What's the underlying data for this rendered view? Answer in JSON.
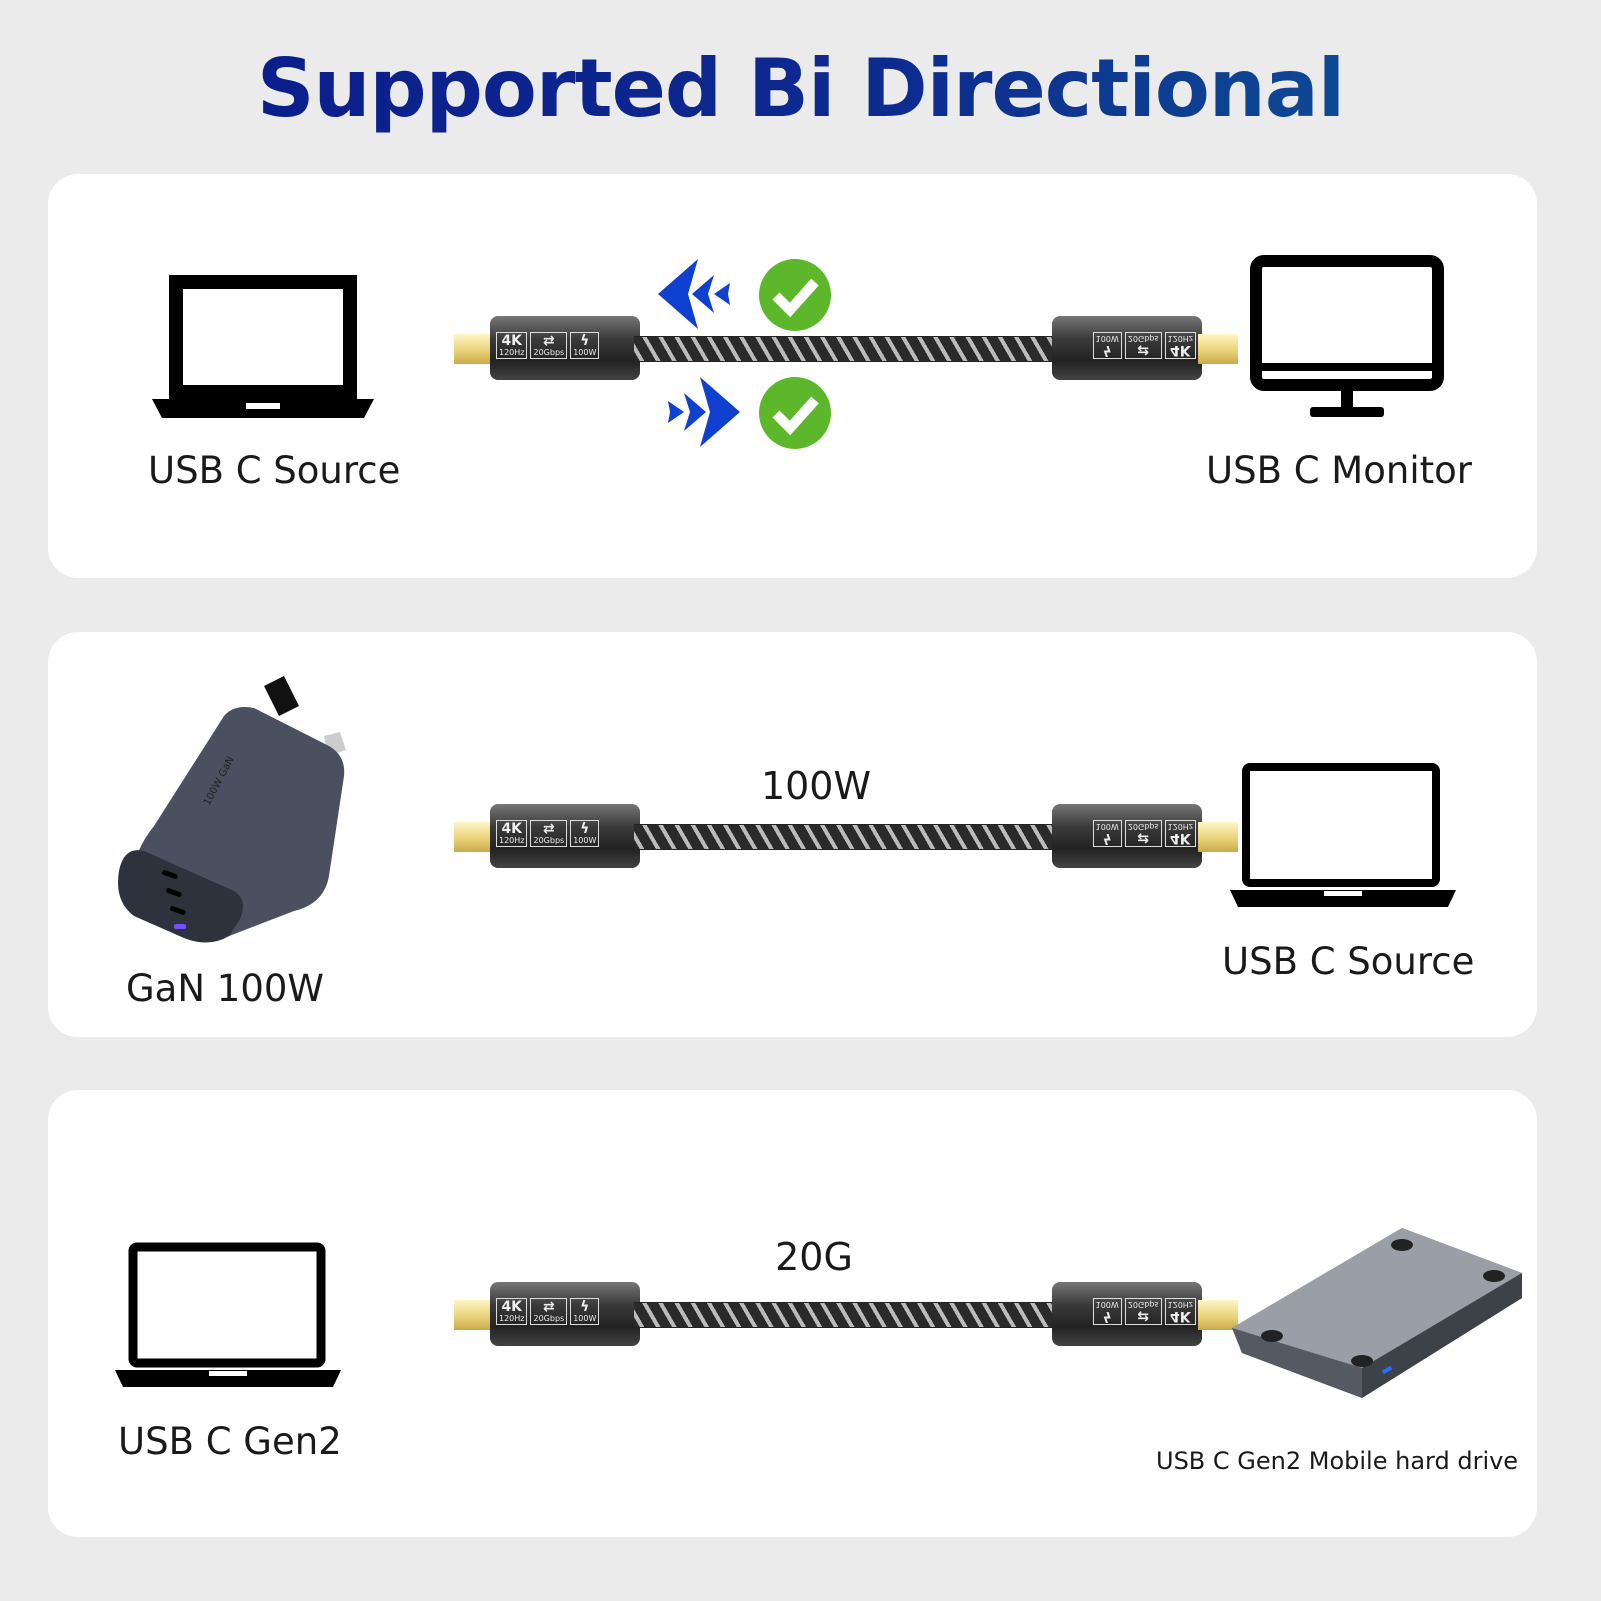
{
  "title": "Supported Bi Directional",
  "colors": {
    "title_start": "#0a1a8a",
    "title_end": "#0f5a96",
    "arrow": "#1040d0",
    "check": "#5cb82a",
    "background": "#ebebeb",
    "panel": "#ffffff"
  },
  "cable_badges": {
    "resolution": "4K",
    "refresh": "120Hz",
    "speed": "20Gbps",
    "power": "100W"
  },
  "panels": [
    {
      "left_label": "USB C Source",
      "right_label": "USB C Monitor",
      "left_icon": "laptop-icon",
      "right_icon": "monitor-icon",
      "middle_label": "",
      "indicators": [
        "arrow-left-icon",
        "check-icon",
        "arrow-right-icon",
        "check-icon"
      ]
    },
    {
      "left_label": "GaN 100W",
      "right_label": "USB C Source",
      "left_icon": "charger-image",
      "right_icon": "laptop-icon",
      "middle_label": "100W",
      "charger_text": "100W GaN"
    },
    {
      "left_label": "USB C Gen2",
      "right_label": "USB C Gen2 Mobile hard drive",
      "left_icon": "laptop-icon",
      "right_icon": "hard-drive-image",
      "middle_label": "20G"
    }
  ]
}
